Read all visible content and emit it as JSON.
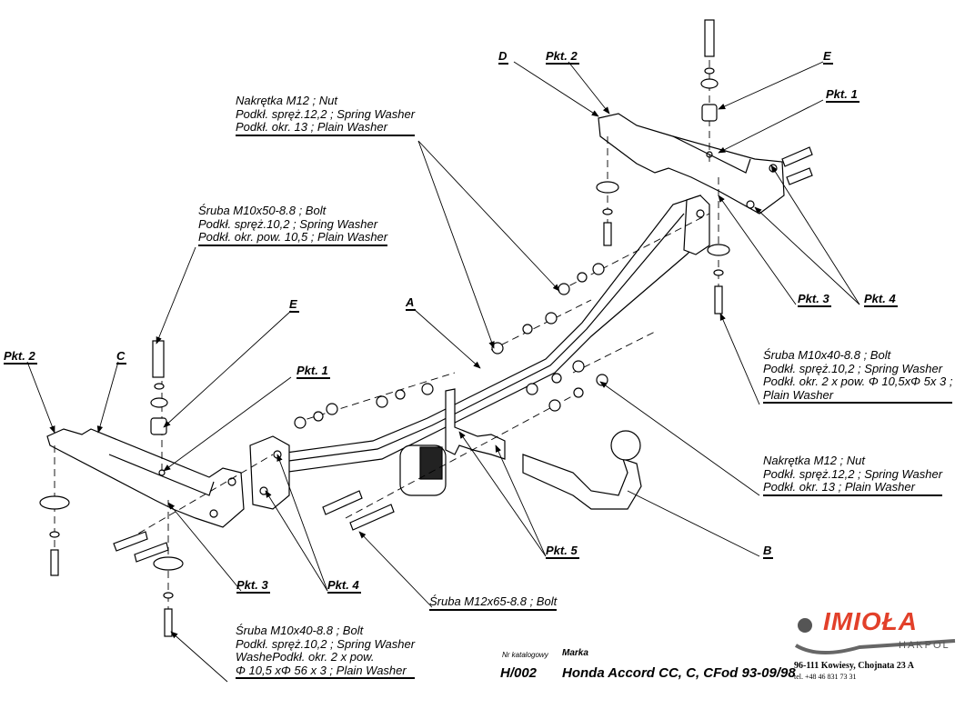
{
  "labels": {
    "d": "D",
    "pkt2_top": "Pkt. 2",
    "e_top": "E",
    "pkt1_top": "Pkt. 1",
    "pkt3_right": "Pkt. 3",
    "pkt4_right": "Pkt. 4",
    "a": "A",
    "e_left": "E",
    "pkt1_left": "Pkt. 1",
    "pkt2_left": "Pkt. 2",
    "c": "C",
    "pkt3_left": "Pkt. 3",
    "pkt4_left": "Pkt. 4",
    "pkt5": "Pkt. 5",
    "b": "B"
  },
  "notes": {
    "nut_top": [
      "Nakrętka  M12 ; Nut",
      "Podkł. spręż.12,2 ; Spring Washer",
      "Podkł. okr. 13 ; Plain Washer"
    ],
    "bolt_m10x50": [
      "Śruba M10x50-8.8 ;  Bolt",
      "Podkł. spręż.10,2 ; Spring Washer",
      "Podkł. okr. pow. 10,5 ; Plain Washer"
    ],
    "bolt_m10x40_right": [
      "Śruba M10x40-8.8 ;  Bolt",
      "Podkł. spręż.10,2 ; Spring Washer",
      " Podkł. okr. 2 x pow. Φ 10,5xΦ 5x 3 ;",
      "Plain Washer"
    ],
    "nut_right": [
      "Nakrętka  M12 ; Nut",
      "Podkł. spręż.12,2 ; Spring Washer",
      "Podkł. okr. 13 ; Plain Washer"
    ],
    "bolt_m12x65": [
      "Śruba M12x65-8.8 ;  Bolt"
    ],
    "bolt_m10x40_bottom": [
      "Śruba M10x40-8.8 ;  Bolt",
      "Podkł. spręż.10,2 ; Spring Washer",
      " WashePodkł. okr. 2 x pow.",
      "Φ 10,5 xΦ 56 x 3 ; Plain Washer"
    ]
  },
  "title_block": {
    "catalog_label": "Nr katalogowy",
    "make_label": "Marka",
    "catalog_number": "H/002",
    "vehicle": "Honda Accord CC, C, CF",
    "years": "od 93-09/98",
    "brand": "IMIOŁA",
    "brand_sub": "HAKPOL",
    "address": "96-111 Kowiesy, Chojnata 23 A",
    "phone": "tel. +48 46 831 73 31",
    "brand_color": "#e2402a"
  }
}
